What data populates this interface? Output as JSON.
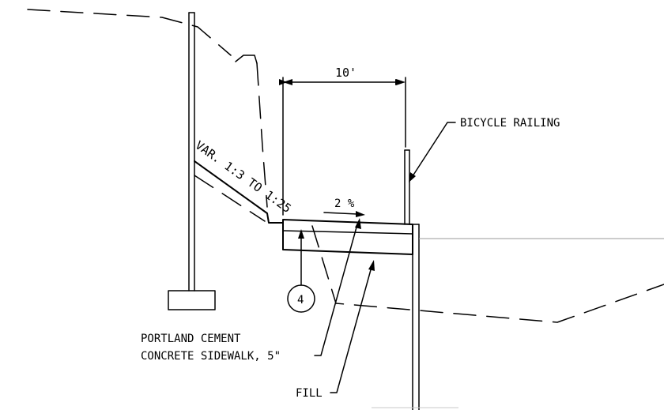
{
  "labels": {
    "dimension": "10'",
    "bicycle_railing": "BICYCLE RAILING",
    "slope_var": "VAR. 1:3 TO 1:25",
    "cross_slope": "2 %",
    "callout_number": "4",
    "sidewalk_line1": "PORTLAND CEMENT",
    "sidewalk_line2": "CONCRETE SIDEWALK, 5\"",
    "fill": "FILL"
  },
  "colors": {
    "line": "#000000",
    "background": "#ffffff",
    "ground_line_gray": "#9a9a9a"
  }
}
